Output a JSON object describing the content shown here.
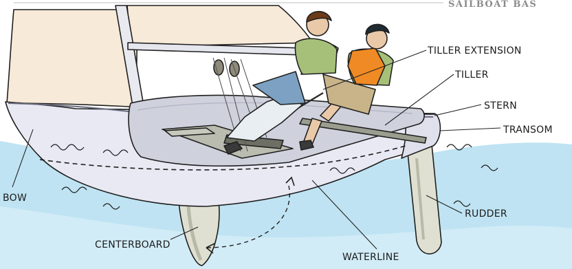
{
  "header": {
    "text": "SAILBOAT BAS"
  },
  "labels": {
    "tiller_extension": "TILLER EXTENSION",
    "tiller": "TILLER",
    "stern": "STERN",
    "transom": "TRANSOM",
    "bow": "BOW",
    "rudder": "RUDDER",
    "centerboard": "CENTERBOARD",
    "waterline": "WATERLINE"
  },
  "colors": {
    "water": "#bfe3f2",
    "sail": "#f7ead8",
    "hull": "#e8e9f3",
    "deck": "#cfd1dd",
    "lifejacket": "#f08a24"
  }
}
